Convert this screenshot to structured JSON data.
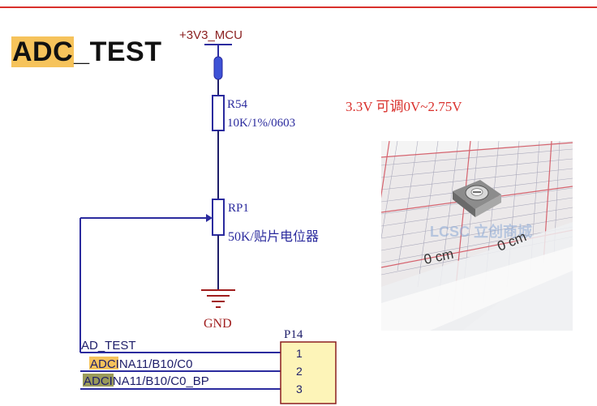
{
  "title": {
    "highlighted": "ADC",
    "rest": "_TEST"
  },
  "annotation": "3.3V 可调0V~2.75V",
  "power": {
    "label": "+3V3_MCU"
  },
  "resistor": {
    "ref": "R54",
    "value": "10K/1%/0603"
  },
  "potentiometer": {
    "ref": "RP1",
    "value": "50K/贴片电位器"
  },
  "ground": {
    "label": "GND"
  },
  "connector": {
    "ref": "P14",
    "pins": [
      "1",
      "2",
      "3"
    ]
  },
  "nets": [
    {
      "text": "AD_TEST",
      "highlight": ""
    },
    {
      "highlight": "ADC",
      "text": "INA11/B10/C0",
      "highlight_color": "#f6c35b"
    },
    {
      "highlight": "ADC",
      "text": "INA11/B10/C0_BP",
      "highlight_color": "#9a9a5a"
    }
  ],
  "photo": {
    "watermark": "LCSC 立创商城",
    "scale_labels": [
      "0 cm",
      "0 cm"
    ]
  },
  "colors": {
    "wire": "#2b2b9e",
    "component": "#2b2b9e",
    "ground": "#a01d1d",
    "title_highlight": "#f6c35b",
    "connector_fill": "#fdf4b8",
    "accent_red": "#d9302c"
  }
}
